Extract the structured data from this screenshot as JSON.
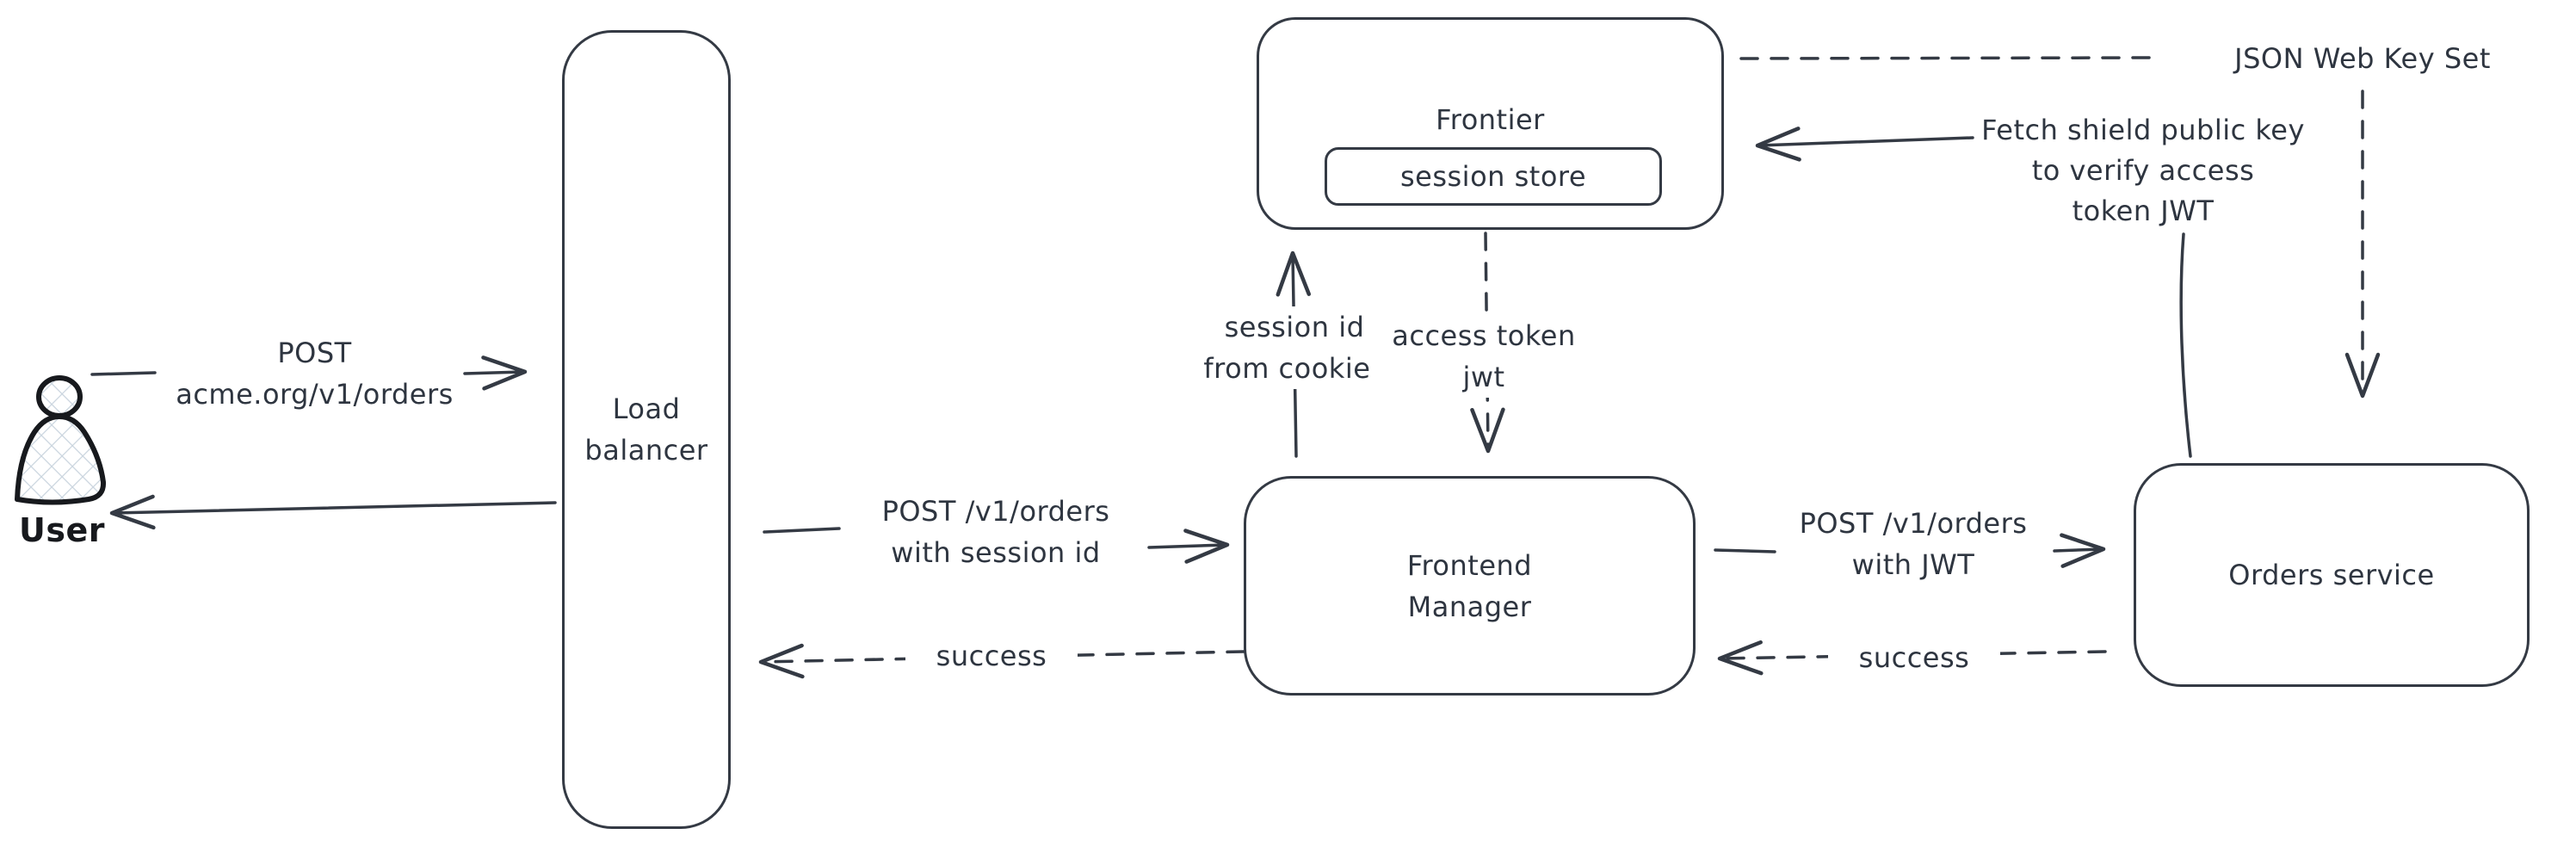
{
  "nodes": {
    "user": {
      "label": "User"
    },
    "load_balancer": {
      "label": "Load\nbalancer"
    },
    "frontier": {
      "label": "Frontier",
      "session_store": {
        "label": "session store"
      }
    },
    "frontend_manager": {
      "label": "Frontend\nManager"
    },
    "orders_service": {
      "label": "Orders service"
    }
  },
  "edges": {
    "user_to_lb": {
      "label": "POST\nacme.org/v1/orders",
      "style": "solid"
    },
    "lb_to_user": {
      "style": "solid"
    },
    "lb_to_fm": {
      "label": "POST /v1/orders\nwith session id",
      "style": "solid"
    },
    "fm_to_lb": {
      "label": "success",
      "style": "dashed"
    },
    "fm_to_frontier": {
      "label": "session id\nfrom cookies",
      "style": "solid"
    },
    "frontier_to_fm": {
      "label": "access token\njwt",
      "style": "dashed"
    },
    "fm_to_orders": {
      "label": "POST /v1/orders\nwith JWT",
      "style": "solid"
    },
    "orders_to_fm": {
      "label": "success",
      "style": "dashed"
    },
    "frontier_to_jwks": {
      "label": "JSON Web Key Set",
      "style": "dashed"
    },
    "jwks_to_orders": {
      "style": "dashed"
    },
    "orders_to_frontier": {
      "label": "Fetch shield public key\nto verify access\ntoken JWT",
      "style": "solid"
    }
  },
  "colors": {
    "stroke": "#343a44",
    "text": "#2e3540",
    "figure": "#17191d",
    "hatch": "#c9d4de",
    "background": "#ffffff"
  }
}
